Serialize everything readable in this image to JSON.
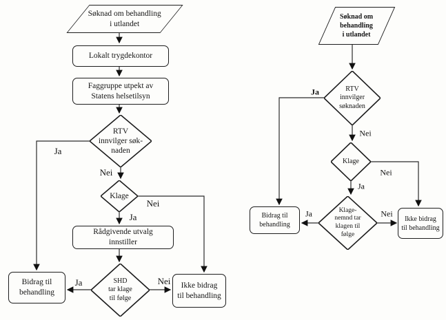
{
  "page": {
    "description": "Two scanned flowcharts describing the Norwegian application process for medical treatment abroad",
    "ink_color": "#1c1c1c",
    "paper_color": "#fdfdfb"
  },
  "left_chart": {
    "start": "Søknad om behandling\ni utlandet",
    "local_office": "Lokalt trygdekontor",
    "expert_group": "Faggruppe utpekt av\nStatens helsetilsyn",
    "rtv_decision": "RTV\ninnvilger søk-\nnaden",
    "rtv_ja": "Ja",
    "rtv_nei": "Nei",
    "klage_decision": "Klage",
    "klage_nei": "Nei",
    "klage_ja": "Ja",
    "advisory_board": "Rådgivende utvalg\ninnstiller",
    "shd_decision": "SHD\ntar klage\ntil følge",
    "shd_ja": "Ja",
    "shd_nei": "Nei",
    "grant": "Bidrag til\nbehandling",
    "no_grant": "Ikke bidrag\ntil behandling"
  },
  "right_chart": {
    "start": "Søknad om\nbehandling\ni utlandet",
    "rtv_decision": "RTV\ninnvilger\nsøknaden",
    "rtv_ja": "Ja",
    "rtv_nei": "Nei",
    "klage_decision": "Klage",
    "klage_nei": "Nei",
    "klage_ja": "Ja",
    "nemnd_decision": "Klage-\nnemnd tar\nklagen til\nfølge",
    "nemnd_ja": "Ja",
    "nemnd_nei": "Nei",
    "grant": "Bidrag til\nbehandling",
    "no_grant": "Ikke bidrag\ntil behandling"
  }
}
